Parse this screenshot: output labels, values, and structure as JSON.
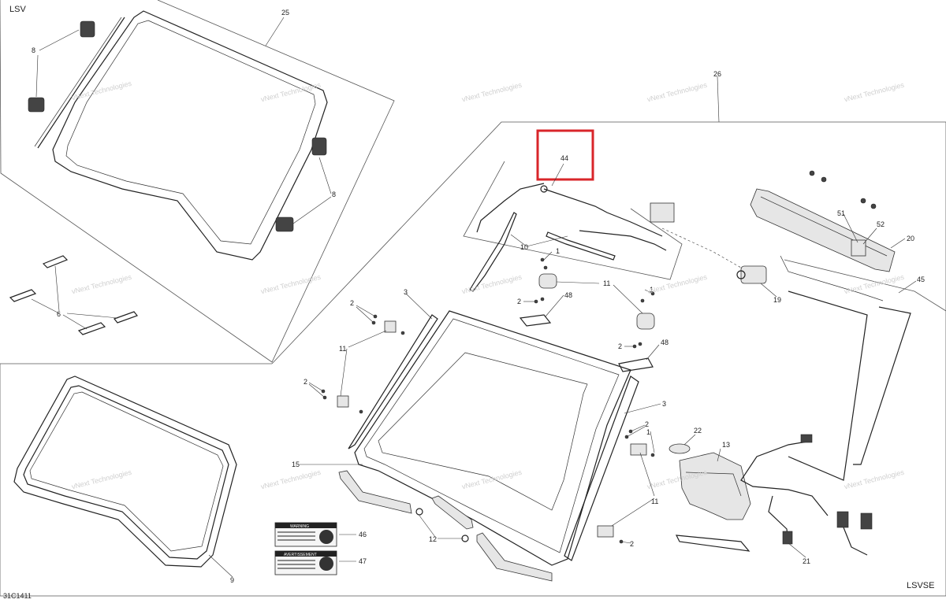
{
  "labels": {
    "top_left": "LSV",
    "bottom_right": "LSVSE",
    "bottom_left": "31C1411"
  },
  "watermark": "vNext Technologies",
  "callouts": {
    "c25": "25",
    "c26": "26",
    "c8a": "8",
    "c8b": "8",
    "c6": "6",
    "c9": "9",
    "c44": "44",
    "c10": "10",
    "c1a": "1",
    "c1b": "1",
    "c11a": "11",
    "c11b": "11",
    "c11c": "11",
    "c2a": "2",
    "c2b": "2",
    "c2c": "2",
    "c2d": "2",
    "c2e": "2",
    "c2f": "2",
    "c48a": "48",
    "c48b": "48",
    "c3a": "3",
    "c3b": "3",
    "c15": "15",
    "c12": "12",
    "c46": "46",
    "c47": "47",
    "c22": "22",
    "c13": "13",
    "c21": "21",
    "c19": "19",
    "c20": "20",
    "c51": "51",
    "c52": "52",
    "c45": "45",
    "c1c": "1"
  },
  "decals": {
    "d46": "WARNING",
    "d47": "AVERTISSEMENT"
  },
  "highlight_color": "#d9252a"
}
